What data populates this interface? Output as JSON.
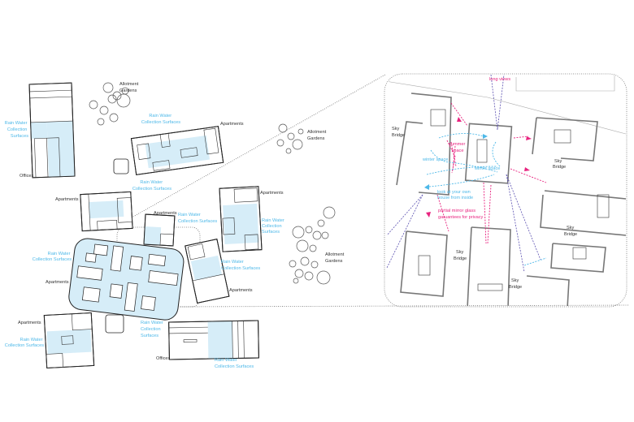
{
  "site_plan": {
    "labels": {
      "rain_water_1": [
        "Rain Water",
        "Collection",
        "Surfaces"
      ],
      "offices_1": "Offices",
      "allotment_1": [
        "Allotment",
        "Gardens"
      ],
      "rain_water_2": [
        "Rain Water",
        "Collection Surfaces"
      ],
      "apartments_1": "Apartments",
      "apartments_2": "Apartments",
      "rain_water_3": [
        "Rain Water",
        "Collection Surfaces"
      ],
      "apartments_3": "Apartments",
      "rain_water_4": [
        "Rain Water",
        "Collection Surfaces"
      ],
      "apartments_4": "Apartments",
      "rain_water_5": [
        "Rain Water",
        "Collection",
        "Surfaces"
      ],
      "allotment_2": [
        "Allotment",
        "Gardens"
      ],
      "allotment_3": [
        "Allotment",
        "Gardens"
      ],
      "rain_water_6": [
        "Rain Water",
        "Collection Surfaces"
      ],
      "apartments_5": "Apartments",
      "rain_water_7": [
        "Rain Water",
        "Collection Surfaces"
      ],
      "apartments_6": "Apartments",
      "apartments_7": "Apartments",
      "rain_water_8": [
        "Rain Water",
        "Collection Surfaces"
      ],
      "rain_water_9": [
        "Rain Water",
        "Collection",
        "Surfaces"
      ],
      "offices_2": "Offices",
      "rain_water_10": [
        "Rain Water",
        "Collection Surfaces"
      ]
    }
  },
  "detail": {
    "long_views": "long views",
    "sky_bridge": [
      "Sky",
      "Bridge"
    ],
    "summer_space": [
      "summer",
      "space"
    ],
    "winter_space_left": "winter space",
    "winter_space_right": "winter space",
    "look_inside": [
      "look at your own",
      "house from inside"
    ],
    "mirror_glass": [
      "partial mirror glass",
      "garuantees for privacy"
    ]
  },
  "colors": {
    "rain_water": "#4db8e8",
    "annotation_magenta": "#e8237f",
    "view_lines": "#5a4fb0"
  }
}
